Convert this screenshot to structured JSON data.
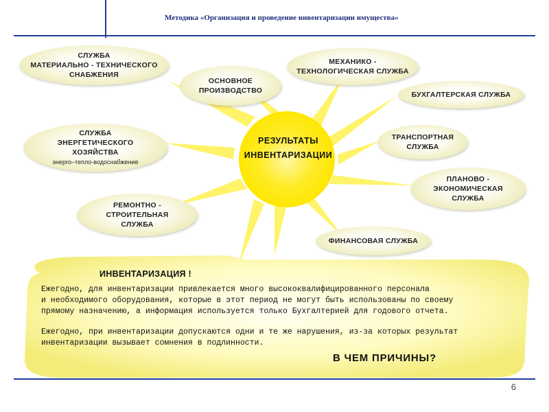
{
  "header": {
    "title": "Методика  «Организация и проведение инвентаризации    имущества»"
  },
  "page_number": "6",
  "center": {
    "line1": "РЕЗУЛЬТАТЫ",
    "line2": "ИНВЕНТАРИЗАЦИИ"
  },
  "nodes": {
    "supply": {
      "l1": "СЛУЖБА",
      "l2": "МАТЕРИАЛЬНО - ТЕХНИЧЕСКОГО",
      "l3": "СНАБЖЕНИЯ"
    },
    "production": {
      "l1": "ОСНОВНОЕ",
      "l2": "ПРОИЗВОДСТВО"
    },
    "mechanical": {
      "l1": "МЕХАНИКО -",
      "l2": "ТЕХНОЛОГИЧЕСКАЯ СЛУЖБА"
    },
    "accounting": {
      "l1": "БУХГАЛТЕРСКАЯ СЛУЖБА"
    },
    "energy": {
      "l1": "СЛУЖБА",
      "l2": "ЭНЕРГЕТИЧЕСКОГО",
      "l3": "ХОЗЯЙСТВА",
      "sub": "энерго–тепло-водоснабжение"
    },
    "transport": {
      "l1": "ТРАНСПОРТНАЯ",
      "l2": "СЛУЖБА"
    },
    "planning": {
      "l1": "ПЛАНОВО -",
      "l2": "ЭКОНОМИЧЕСКАЯ",
      "l3": "СЛУЖБА"
    },
    "repair": {
      "l1": "РЕМОНТНО -",
      "l2": "СТРОИТЕЛЬНАЯ",
      "l3": "СЛУЖБА"
    },
    "finance": {
      "l1": "ФИНАНСОВАЯ СЛУЖБА"
    }
  },
  "panel": {
    "title": "ИНВЕНТАРИЗАЦИЯ !",
    "p1_l1": "Ежегодно, для инвентаризации привлекается много высококвалифицированного персонала",
    "p1_l2": "и необходимого оборудования, которые в этот период не могут быть использованы по своему",
    "p1_l3": "прямому назначению, а информация используется только Бухгалтерией для годового отчета.",
    "p2_l1": "Ежегодно, при инвентаризации допускаются одни и те же нарушения, из-за которых результат",
    "p2_l2": "инвентаризации вызывает сомнения в подлинности.",
    "question": "В ЧЕМ ПРИЧИНЫ?"
  },
  "colors": {
    "sun": "#ffe81a",
    "rays": "#fff36a",
    "rule": "#1f3d99",
    "panel": "#ffffc4"
  }
}
